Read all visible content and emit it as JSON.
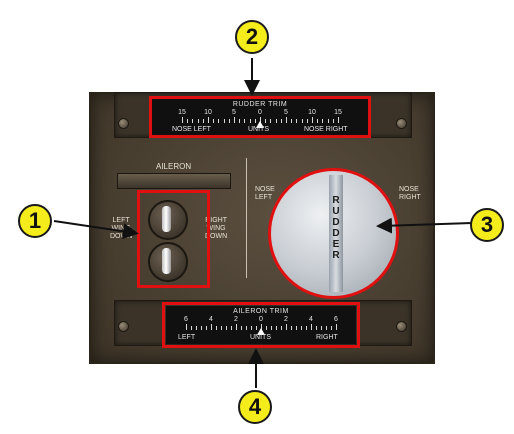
{
  "rudder_trim": {
    "title": "RUDDER TRIM",
    "scale": [
      "15",
      "10",
      "5",
      "0",
      "5",
      "10",
      "15"
    ],
    "left_label": "NOSE LEFT",
    "center_label": "UNITS",
    "right_label": "NOSE RIGHT"
  },
  "aileron_trim": {
    "title": "AILERON TRIM",
    "scale": [
      "6",
      "4",
      "2",
      "0",
      "2",
      "4",
      "6"
    ],
    "left_label": "LEFT",
    "center_label": "UNITS",
    "right_label": "RIGHT"
  },
  "aileron_switch": {
    "title": "AILERON",
    "left_line1": "LEFT",
    "left_line2": "WING",
    "left_line3": "DOWN",
    "right_line1": "RIGHT",
    "right_line2": "WING",
    "right_line3": "DOWN"
  },
  "rudder_knob": {
    "label": "RUDDER",
    "nose_left_line1": "NOSE",
    "nose_left_line2": "LEFT",
    "nose_right_line1": "NOSE",
    "nose_right_line2": "RIGHT"
  },
  "callouts": [
    "1",
    "2",
    "3",
    "4"
  ],
  "colors": {
    "highlight": "#e01010",
    "callout_fill": "#f4ec1b",
    "panel": "#4a4032"
  }
}
